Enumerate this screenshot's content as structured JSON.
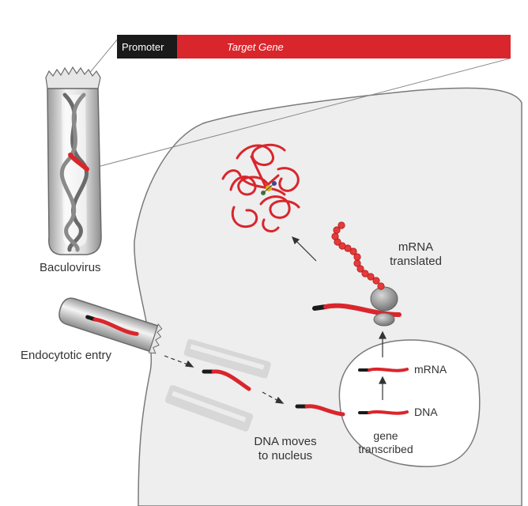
{
  "gene_construct": {
    "promoter_label": "Promoter",
    "gene_label": "Target Gene"
  },
  "labels": {
    "baculovirus": "Baculovirus",
    "endocytotic_entry": "Endocytotic entry",
    "dna_moves_line1": "DNA moves",
    "dna_moves_line2": "to nucleus",
    "mrna_translated_line1": "mRNA",
    "mrna_translated_line2": "translated",
    "nucleus_mrna": "mRNA",
    "nucleus_dna": "DNA",
    "gene_transcribed_line1": "gene",
    "gene_transcribed_line2": "transcribed"
  },
  "colors": {
    "gene_red": "#d9262c",
    "promoter_black": "#1a1a1a",
    "cell_fill": "#eeeeee",
    "outline": "#7a7a7a",
    "text": "#333333"
  }
}
